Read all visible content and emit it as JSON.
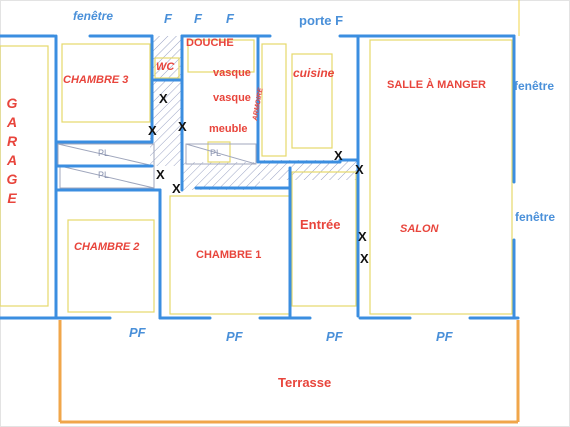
{
  "rooms": {
    "garage": "GARAGE",
    "chambre3": "CHAMBRE 3",
    "wc": "WC",
    "douche": "DOUCHE",
    "vasque1": "vasque",
    "vasque2": "vasque",
    "meuble": "meuble",
    "cuisine": "cuisine",
    "armoire": "ARMOIRE",
    "salle_a_manger": "SALLE À MANGER",
    "chambre2": "CHAMBRE 2",
    "chambre1": "CHAMBRE 1",
    "entree": "Entrée",
    "salon": "SALON",
    "terrasse": "Terrasse"
  },
  "openings": {
    "fenetre_top": "fenêtre",
    "f1": "F",
    "f2": "F",
    "f3": "F",
    "porte_f": "porte F",
    "fenetre_right_1": "fenêtre",
    "fenetre_right_2": "fenêtre",
    "pf1": "PF",
    "pf2": "PF",
    "pf3": "PF",
    "pf4": "PF"
  },
  "furniture": {
    "pl1": "PL",
    "pl2": "PL",
    "pl3": "PL"
  },
  "marks": {
    "x": "X"
  },
  "colors": {
    "wall": "#3b8ee0",
    "furniture": "#e6d96a",
    "terrace": "#f0a64a",
    "room_text": "#e8453c",
    "opening_text": "#4a90d9",
    "hatch": "#9aa3c4"
  }
}
